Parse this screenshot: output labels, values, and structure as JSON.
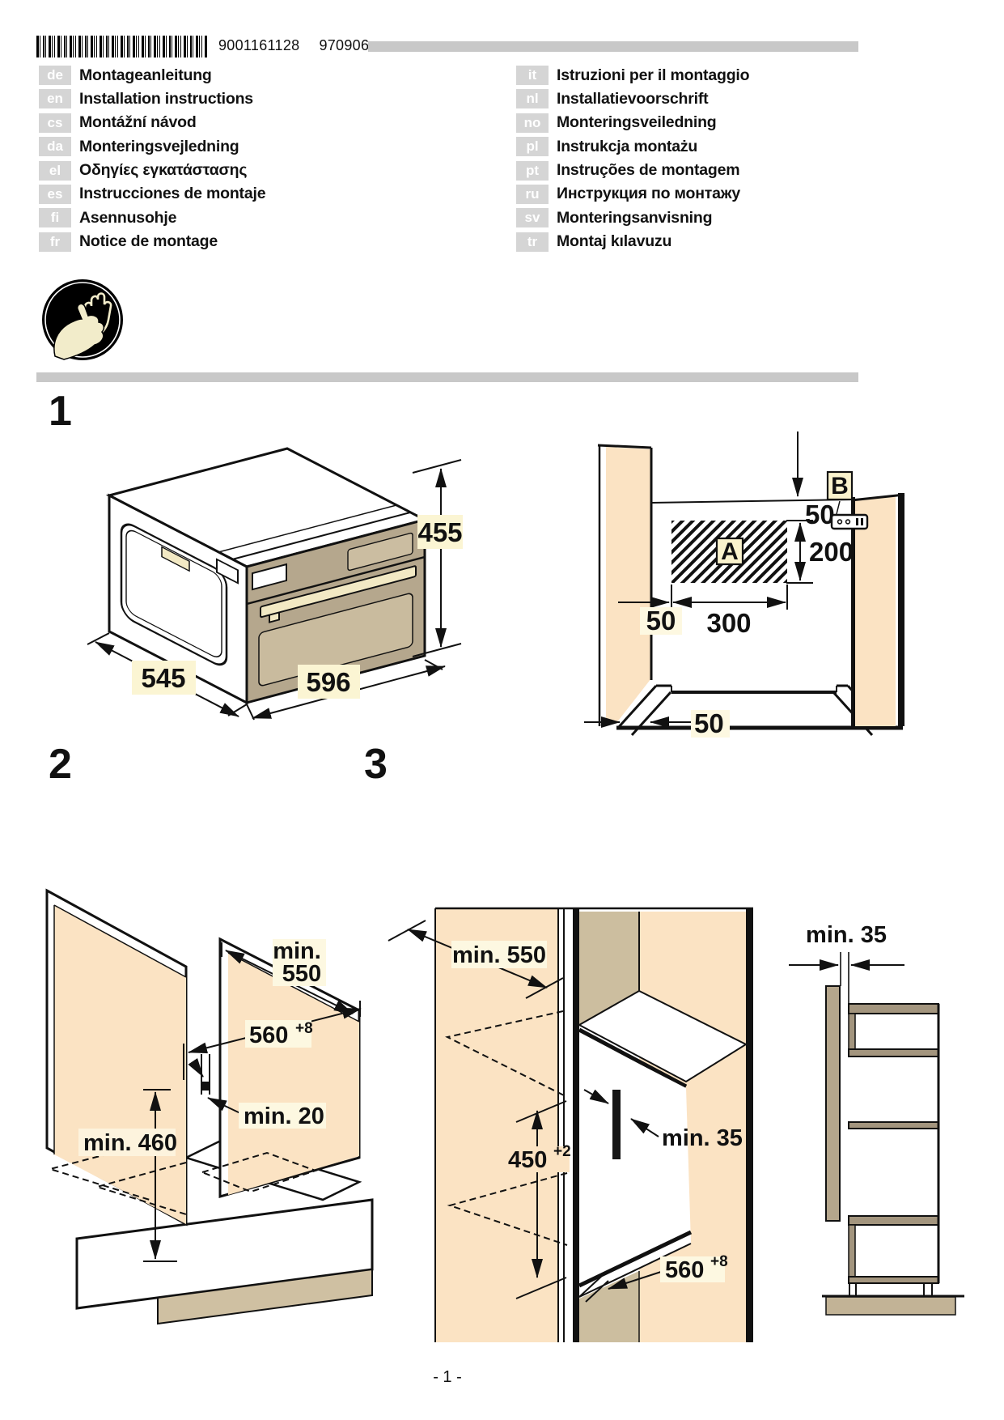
{
  "page": {
    "barcode_label": "9001161128",
    "order_code": "970906",
    "footer_page_number": "- 1 -"
  },
  "languages": {
    "left": [
      {
        "code": "de",
        "title": "Montageanleitung"
      },
      {
        "code": "en",
        "title": "Installation instructions"
      },
      {
        "code": "cs",
        "title": "Montážní návod"
      },
      {
        "code": "da",
        "title": "Monteringsvejledning"
      },
      {
        "code": "el",
        "title": "Οδηγίες εγκατάστασης"
      },
      {
        "code": "es",
        "title": "Instrucciones de montaje"
      },
      {
        "code": "fi",
        "title": "Asennusohje"
      },
      {
        "code": "fr",
        "title": "Notice de montage"
      }
    ],
    "right": [
      {
        "code": "it",
        "title": "Istruzioni per il montaggio"
      },
      {
        "code": "nl",
        "title": "Installatievoorschrift"
      },
      {
        "code": "no",
        "title": "Monteringsveiledning"
      },
      {
        "code": "pl",
        "title": "Instrukcja montażu"
      },
      {
        "code": "pt",
        "title": "Instruções de montagem"
      },
      {
        "code": "ru",
        "title": "Инструкция по монтажу"
      },
      {
        "code": "sv",
        "title": "Monteringsanvisning"
      },
      {
        "code": "tr",
        "title": "Montaj kılavuzu"
      }
    ]
  },
  "icons": {
    "gloves": "wear-protective-gloves-icon"
  },
  "figure1": {
    "number": "1",
    "oven_height": "455",
    "oven_depth": "545",
    "oven_width": "596",
    "niche_top_gap": "50",
    "vent_height": "200",
    "vent_width": "300",
    "vent_side_gap": "50",
    "floor_strip": "50",
    "label_a": "A",
    "label_b": "B"
  },
  "figure2": {
    "number": "2",
    "depth_min_line1": "min.",
    "depth_min_line2": "550",
    "width": "560",
    "width_tolerance": "+8",
    "rear_gap": "min. 20",
    "height": "min. 460"
  },
  "figure3": {
    "number": "3",
    "depth_min": "min. 550",
    "height": "450",
    "height_tolerance": "+2",
    "rear_vent_gap": "min. 35",
    "width": "560",
    "width_tolerance": "+8",
    "wall_gap": "min. 35"
  },
  "colors": {
    "panel_peach": "#fbe3c3",
    "back_wall_tan": "#ccbe9f",
    "oven_front_tan": "#b5a78d",
    "handle_cream": "#f2e9c4",
    "dim_label_yellow": "#fbf5d3",
    "callout_cream": "#faf3cd",
    "divider_gray": "#c8c8c8"
  }
}
